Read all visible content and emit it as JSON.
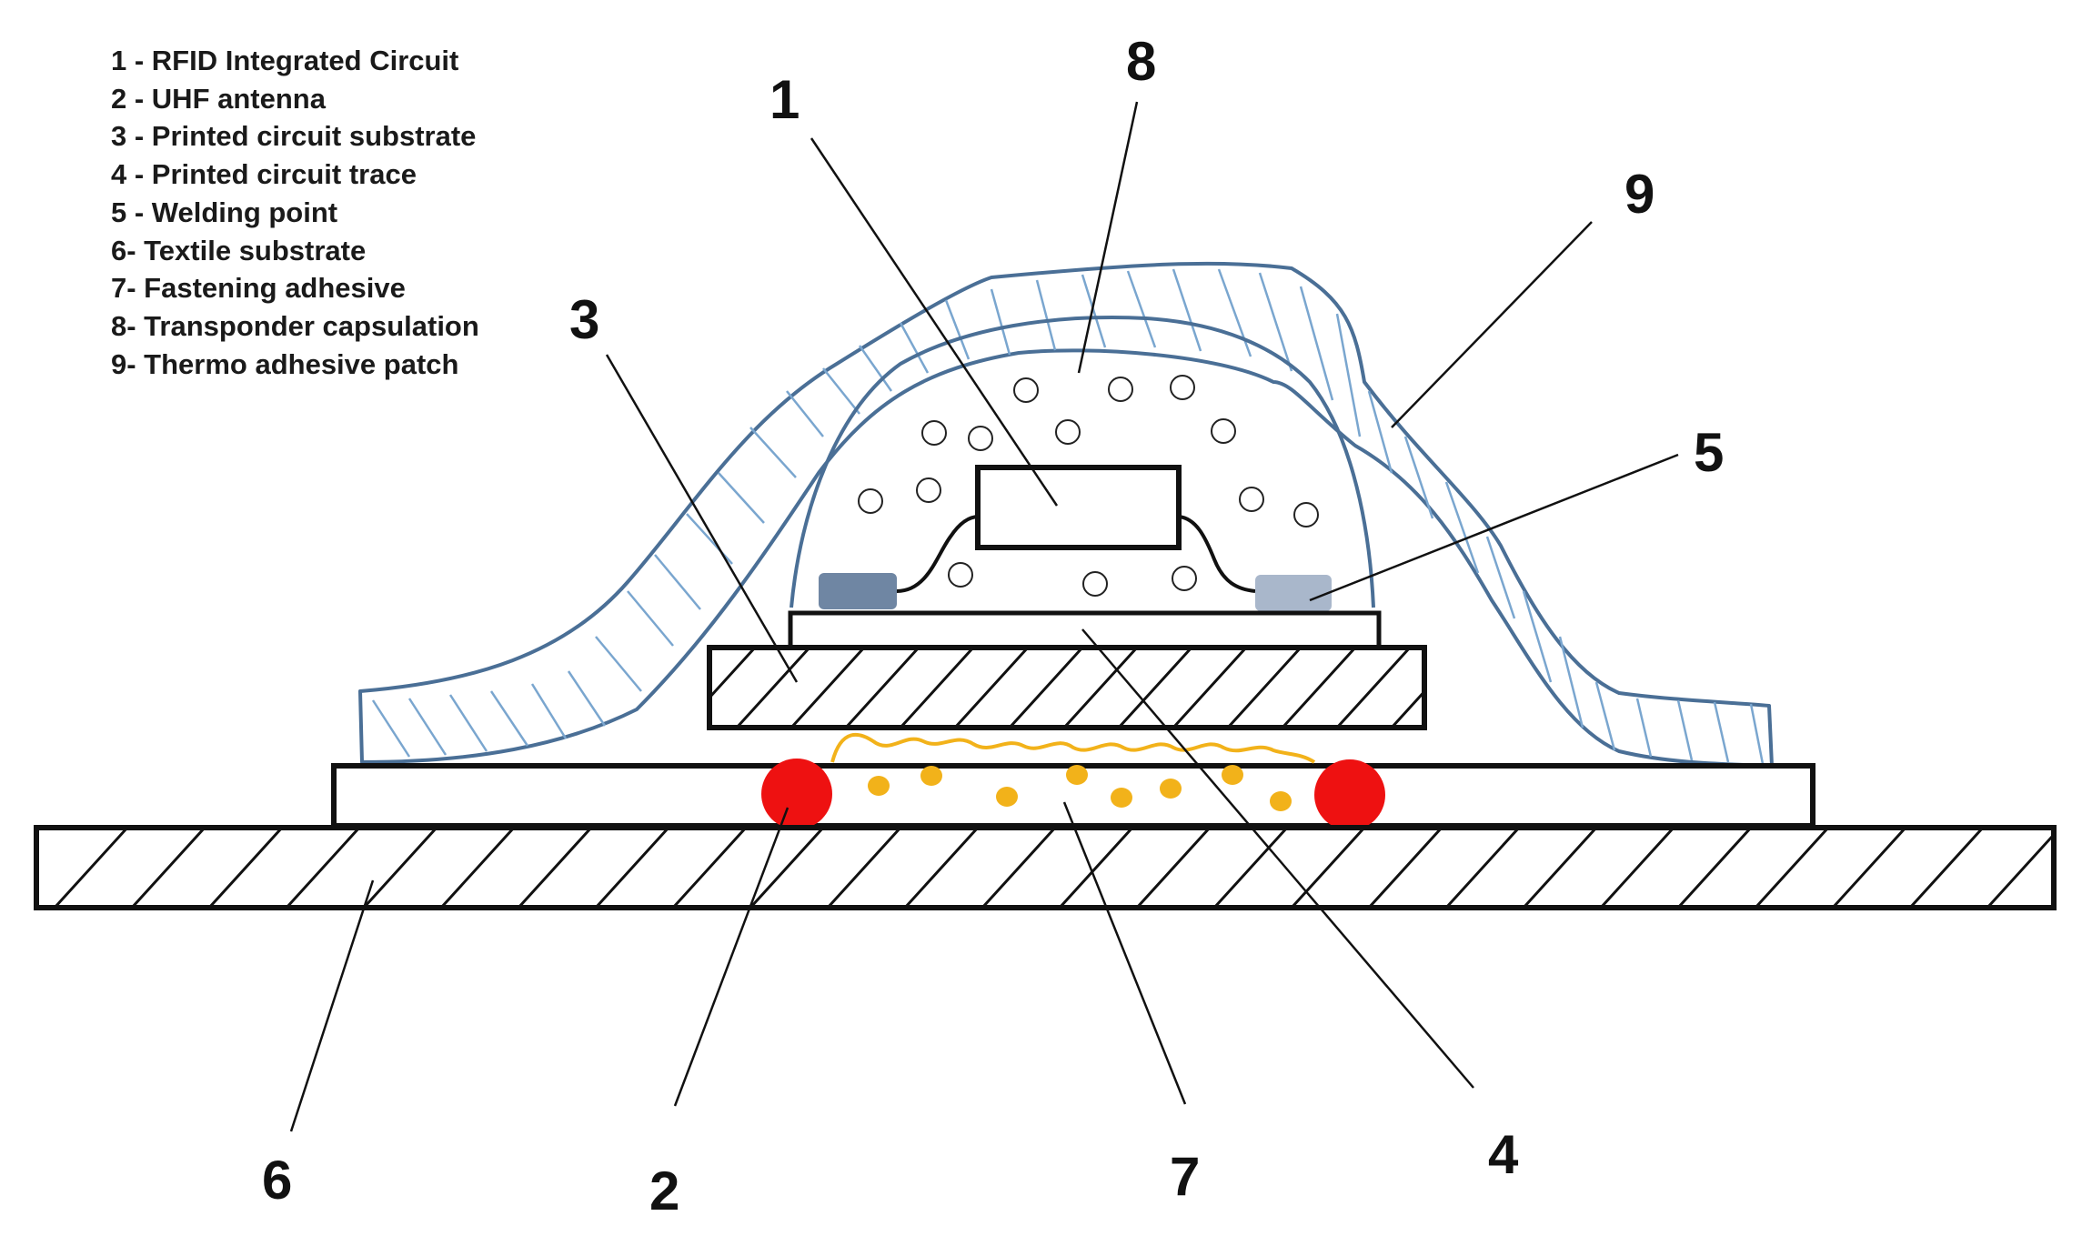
{
  "legend": [
    "1 - RFID Integrated Circuit",
    "2 - UHF antenna",
    "3 - Printed circuit substrate",
    "4 - Printed circuit trace",
    "5 - Welding point",
    "6- Textile substrate",
    "7- Fastening adhesive",
    "8- Transponder capsulation",
    "9- Thermo adhesive patch"
  ],
  "callouts": [
    "1",
    "2",
    "3",
    "4",
    "5",
    "6",
    "7",
    "8",
    "9"
  ],
  "colors": {
    "outline": "#111111",
    "patch": "#4a6f96",
    "patch_hatch": "#7aa6cf",
    "antenna": "#ee1111",
    "adhesive": "#f2b21a",
    "pad_left": "#6f86a3",
    "pad_right": "#a9b7cb"
  }
}
